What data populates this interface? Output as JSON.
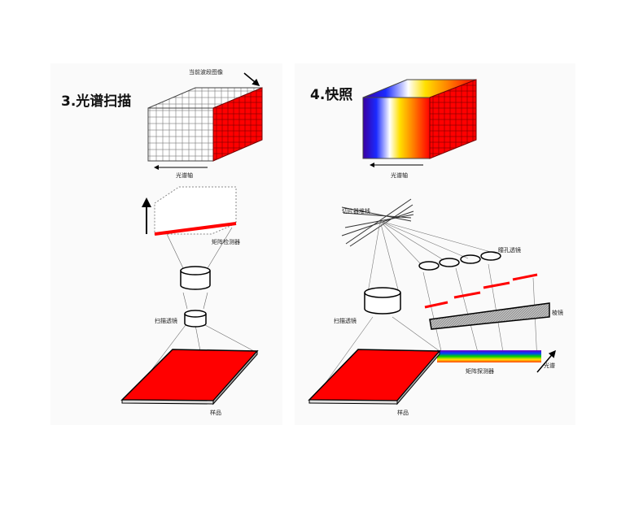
{
  "panel_left": {
    "title": "3.光谱扫描",
    "current_band_label": "当前波段图像",
    "spectral_axis_label": "光谱轴",
    "detector_label": "矩阵检测器",
    "lens_label": "扫描透镜",
    "sample_label": "样品"
  },
  "panel_right": {
    "title": "4.快照",
    "spectral_axis_label": "光谱轴",
    "slicer_label": "切片器堆栈",
    "pupil_lens_label": "瞳孔透镜",
    "prism_label": "棱镜",
    "spectrum_label": "光谱",
    "detector_label": "矩阵探测器",
    "lens_label": "扫描透镜",
    "sample_label": "样品"
  },
  "colors": {
    "sample": "#ff0000",
    "grid": "#555555"
  }
}
